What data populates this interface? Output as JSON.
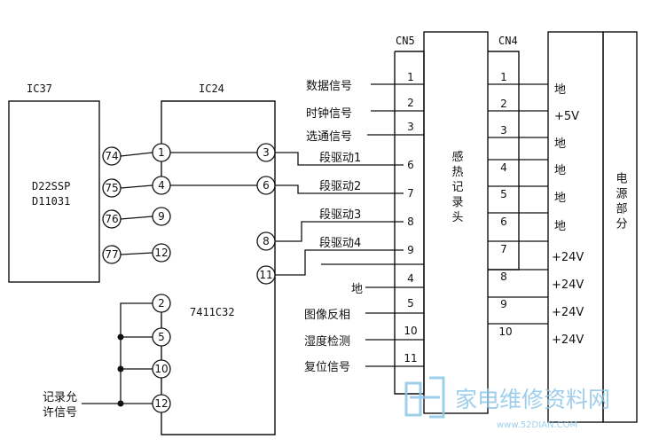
{
  "ic37": {
    "name": "IC37",
    "part1": "D22SSP",
    "part2": "D11031",
    "pins": [
      "74",
      "75",
      "76",
      "77"
    ]
  },
  "ic24": {
    "name": "IC24",
    "part": "7411C32",
    "pins_left": [
      "1",
      "4",
      "9",
      "12",
      "2",
      "5",
      "10",
      "12"
    ],
    "pins_right": [
      "3",
      "6",
      "8",
      "11"
    ]
  },
  "cn5": {
    "name": "CN5",
    "pins": [
      "1",
      "2",
      "3",
      "6",
      "7",
      "8",
      "9",
      "4",
      "5",
      "10",
      "11"
    ],
    "signals": [
      "数据信号",
      "时钟信号",
      "选通信号",
      "段驱动1",
      "段驱动2",
      "段驱动3",
      "段驱动4",
      "地",
      "图像反相",
      "湿度检测",
      "复位信号"
    ]
  },
  "thermal_head": {
    "label": "感热记录头"
  },
  "cn4": {
    "name": "CN4",
    "pins": [
      "1",
      "2",
      "3",
      "4",
      "5",
      "6",
      "7",
      "8",
      "9",
      "10"
    ],
    "labels": [
      "地",
      "+5V",
      "地",
      "地",
      "地",
      "地",
      "+24V",
      "+24V",
      "+24V",
      "+24V"
    ]
  },
  "power": {
    "label": "电源部分"
  },
  "record_enable": {
    "line1": "记录允",
    "line2": "许信号"
  },
  "watermark": {
    "text": "家电维修资料网",
    "url": "www.52DIAN.COM"
  }
}
